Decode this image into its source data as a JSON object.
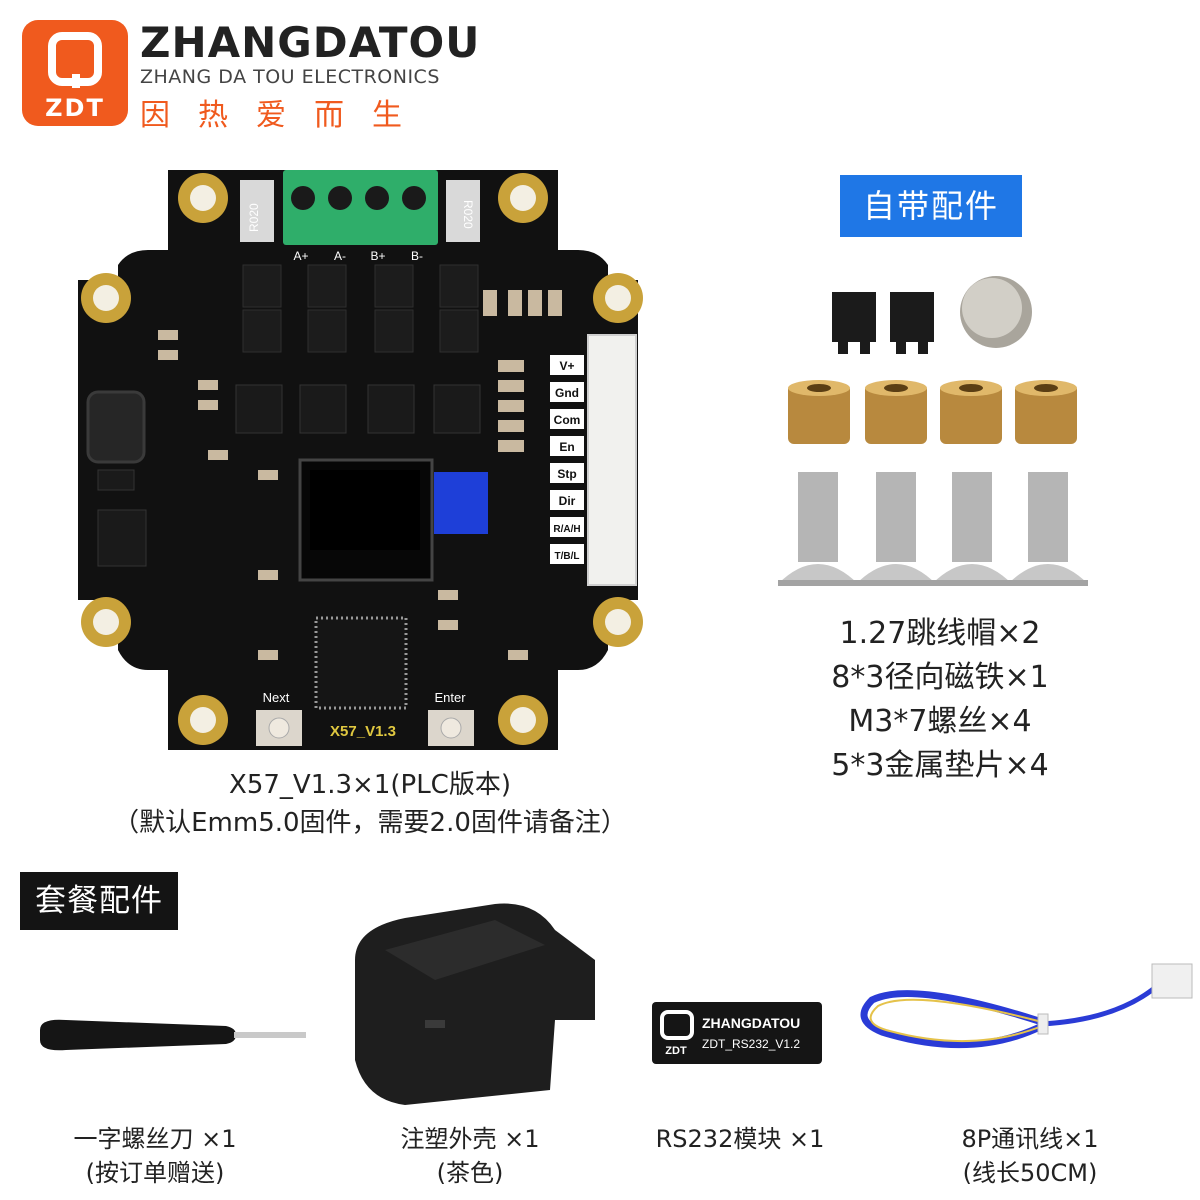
{
  "brand": {
    "logo_text": "ZDT",
    "name": "ZHANGDATOU",
    "subtitle": "ZHANG DA TOU ELECTRONICS",
    "slogan": "因热爱而生"
  },
  "board": {
    "silk_title": "X57_V1.3",
    "terminals": [
      "A+",
      "A-",
      "B+",
      "B-"
    ],
    "resistor_mark": "R020",
    "pins": [
      "V+",
      "Gnd",
      "Com",
      "En",
      "Stp",
      "Dir",
      "R/A/H",
      "T/B/L"
    ],
    "buttons": [
      "Next",
      "Enter"
    ],
    "caption_line1": "X57_V1.3×1(PLC版本)",
    "caption_line2": "（默认Emm5.0固件，需要2.0固件请备注）"
  },
  "accessories": {
    "badge": "自带配件",
    "items": [
      "1.27跳线帽×2",
      "8*3径向磁铁×1",
      "M3*7螺丝×4",
      "5*3金属垫片×4"
    ]
  },
  "package": {
    "badge": "套餐配件",
    "items": [
      {
        "line1": "一字螺丝刀 ×1",
        "line2": "(按订单赠送)"
      },
      {
        "line1": "注塑外壳 ×1",
        "line2": "(茶色)"
      },
      {
        "line1": "RS232模块 ×1",
        "line2": ""
      },
      {
        "line1": "8P通讯线×1",
        "line2": "(线长50CM)"
      }
    ],
    "module": {
      "brand": "ZHANGDATOU",
      "logo": "ZDT",
      "model": "ZDT_RS232_V1.2"
    }
  },
  "colors": {
    "brand_orange": "#f05a1e",
    "accessory_blue": "#1f77e6",
    "package_black": "#141414",
    "pcb_black": "#111111",
    "pad_gold": "#c9a23a",
    "terminal_green": "#2fae6a",
    "oled_blue": "#1e3fd8"
  }
}
